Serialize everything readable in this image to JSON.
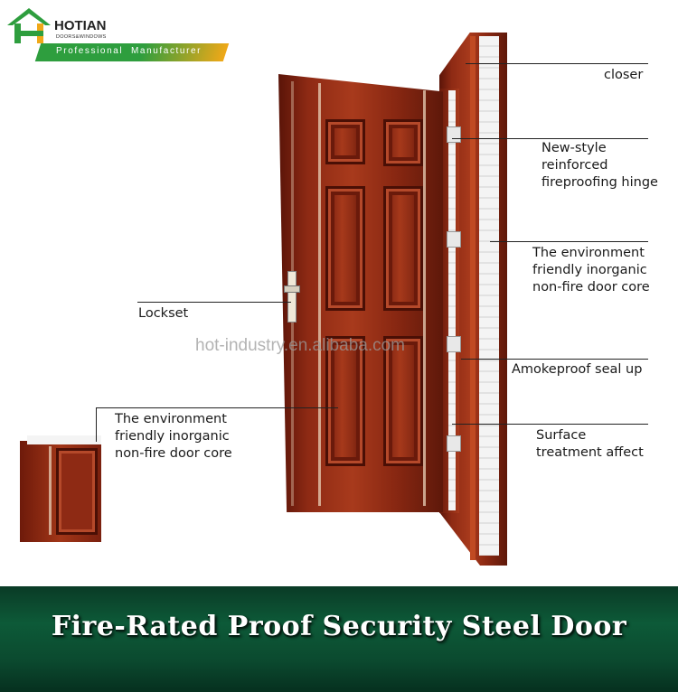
{
  "logo": {
    "brand": "HOTIAN",
    "sub": "DOORS&WINDOWS",
    "tagline": "Professional  Manufacturer"
  },
  "watermark": "hot-industry.en.alibaba.com",
  "callouts": {
    "closer": "closer",
    "hinge": [
      "New-style",
      "reinforced",
      "fireproofing hinge"
    ],
    "core_right": [
      "The environment",
      "friendly inorganic",
      "non-fire door core"
    ],
    "seal": "Amokeproof seal up",
    "surface": [
      "Surface",
      "treatment affect"
    ],
    "lockset": "Lockset",
    "core_left": [
      "The environment",
      "friendly inorganic",
      "non-fire door core"
    ]
  },
  "banner": {
    "title": "Fire-Rated Proof Security Steel Door"
  },
  "colors": {
    "wood": "#8e2a14",
    "banner": "#0d5a38",
    "logo_green": "#2e9e3e",
    "logo_orange": "#f0a818"
  }
}
